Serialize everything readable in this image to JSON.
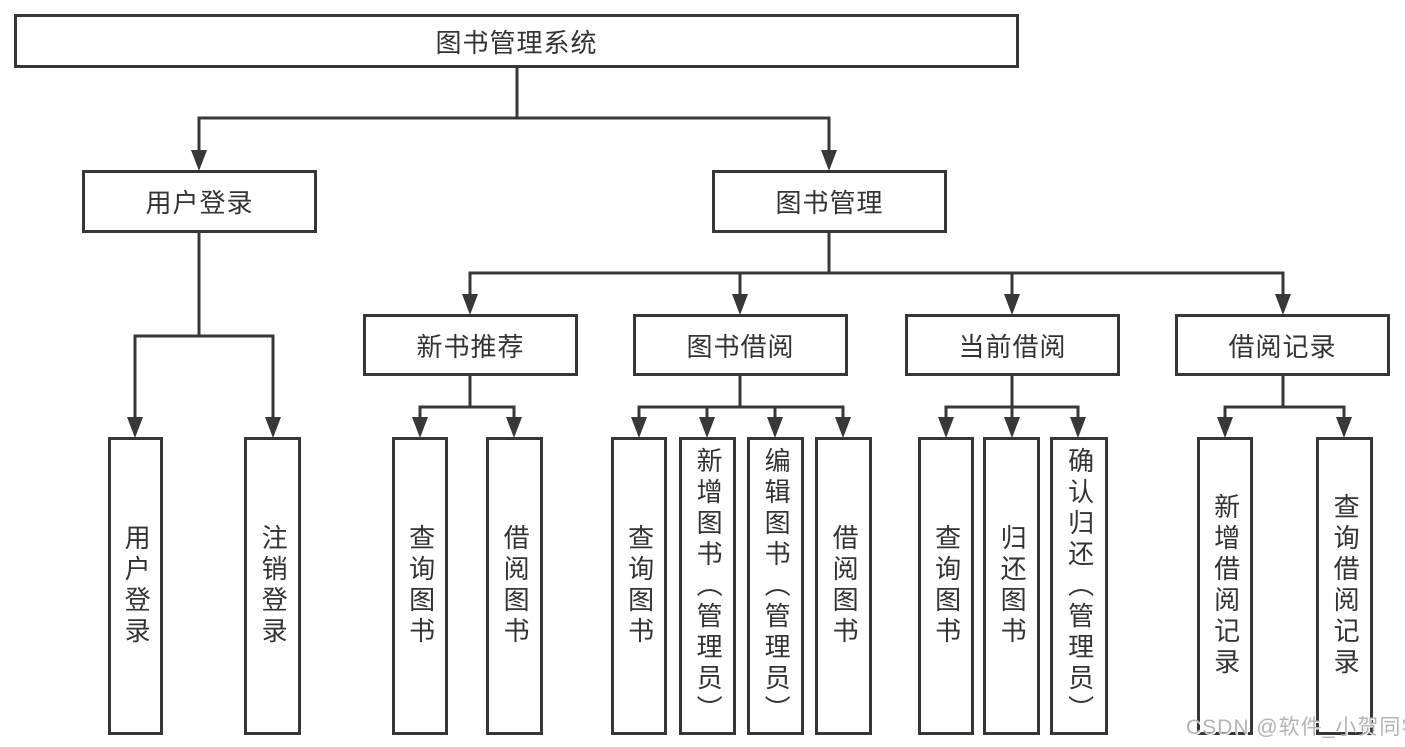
{
  "root": "图书管理系统",
  "level1": {
    "login": "用户登录",
    "manage": "图书管理"
  },
  "level2": [
    "新书推荐",
    "图书借阅",
    "当前借阅",
    "借阅记录"
  ],
  "leaves": {
    "login": [
      "用户登录",
      "注销登录"
    ],
    "recommend": [
      "查询图书",
      "借阅图书"
    ],
    "borrow": [
      "查询图书",
      "新增图书（管理员）",
      "编辑图书（管理员）",
      "借阅图书"
    ],
    "current": [
      "查询图书",
      "归还图书",
      "确认归还（管理员）"
    ],
    "records": [
      "新增借阅记录",
      "查询借阅记录"
    ]
  },
  "watermark": "CSDN @软件_小贺同学",
  "colors": {
    "line": "#383838",
    "box_border": "#363636",
    "text": "#333333",
    "box_background": "#ffffff",
    "page_background": "#ffffff",
    "watermark": "#b4b4b4"
  }
}
